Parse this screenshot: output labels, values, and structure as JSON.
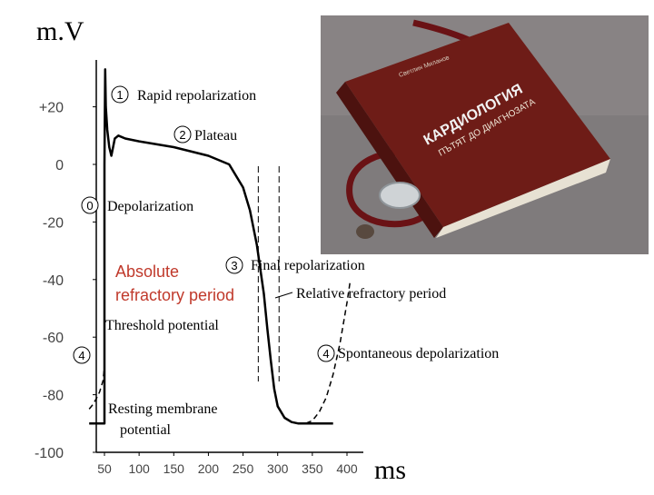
{
  "chart_data": {
    "type": "line",
    "title": "",
    "ylabel": "m.V",
    "xlabel": "ms",
    "xlim": [
      25,
      420
    ],
    "ylim": [
      -100,
      35
    ],
    "x_ticks": [
      50,
      100,
      150,
      200,
      250,
      300,
      350,
      400
    ],
    "y_ticks": [
      20,
      0,
      -20,
      -40,
      -60,
      -80,
      -100
    ],
    "y_tick_labels": [
      "+20",
      "0",
      "-20",
      "-40",
      "-60",
      "-80",
      "-100"
    ],
    "series": [
      {
        "style": "solid",
        "x": [
          28,
          50,
          50,
          51,
          52,
          54,
          57,
          60,
          65,
          70,
          80,
          100,
          150,
          200,
          230,
          250,
          260,
          270,
          280,
          285,
          290,
          295,
          300,
          310,
          320,
          330,
          340,
          350,
          370,
          380
        ],
        "y": [
          -90,
          -90,
          0,
          33,
          20,
          12,
          6,
          3,
          9,
          10,
          9,
          8,
          6,
          3,
          0,
          -8,
          -16,
          -28,
          -45,
          -57,
          -68,
          -78,
          -84,
          -88,
          -89.5,
          -90,
          -90,
          -90,
          -90,
          -90
        ]
      },
      {
        "style": "dashed",
        "x": [
          28,
          33,
          38,
          43,
          48,
          50
        ],
        "y": [
          -85,
          -83.5,
          -81.5,
          -79,
          -75,
          -70
        ]
      },
      {
        "style": "dashed",
        "x": [
          328,
          340,
          350,
          360,
          370,
          380,
          390,
          400,
          405
        ],
        "y": [
          -90,
          -90,
          -89,
          -86,
          -81,
          -73,
          -62,
          -48,
          -40
        ]
      }
    ],
    "vlines": [
      {
        "x": 272,
        "style": "dashed"
      },
      {
        "x": 302,
        "style": "dashed"
      }
    ],
    "annotations": [
      {
        "number": "1",
        "text": "Rapid repolarization"
      },
      {
        "number": "2",
        "text": "Plateau"
      },
      {
        "number": "0",
        "text": "Depolarization"
      },
      {
        "number": "3",
        "text": "Final repolarization"
      },
      {
        "number": "",
        "text": "Relative refractory period"
      },
      {
        "number": "",
        "text": "Threshold potential"
      },
      {
        "number": "4",
        "text": ""
      },
      {
        "number": "4",
        "text": "Spontaneous depolarization"
      },
      {
        "number": "",
        "text": "Resting membrane potential"
      }
    ],
    "absolute_refractory": [
      "Absolute",
      "refractory period"
    ],
    "colors": {
      "line": "#000000",
      "absolute_refractory": "#c0392b",
      "axis_labels": "#444444"
    }
  },
  "book": {
    "title": "КАРДИОЛОГИЯ",
    "subtitle": "ПЪТЯТ ДО ДИАГНОЗАТА",
    "author": "Светлин Миланов",
    "color": "#7a1e1a"
  }
}
